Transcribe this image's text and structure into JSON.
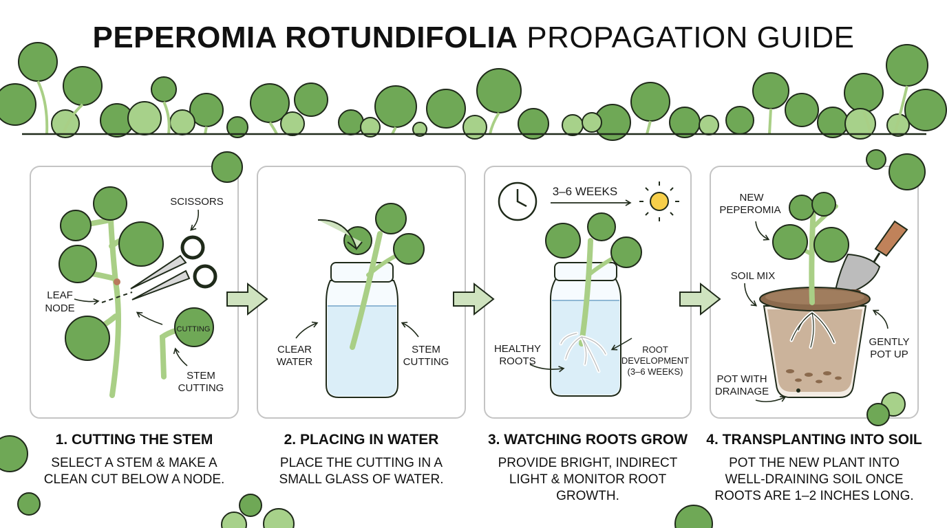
{
  "title": {
    "bold": "PEPEROMIA ROTUNDIFOLIA",
    "light": "PROPAGATION GUIDE"
  },
  "colors": {
    "leaf": "#6fa856",
    "leaf_light": "#a7d18a",
    "stem": "#a9cf86",
    "outline": "#1f2a1a",
    "arrow": "#cfe3bf",
    "water": "#dbeef8",
    "soil": "#cbb39b"
  },
  "steps": [
    {
      "heading": "1. CUTTING THE STEM",
      "desc_lines": [
        "SELECT A STEM & MAKE A",
        "CLEAN CUT BELOW A NODE."
      ],
      "labels": {
        "scissors": "SCISSORS",
        "leaf_node_1": "LEAF",
        "leaf_node_2": "NODE",
        "cutting": "CUTTING",
        "stem_cutting_1": "STEM",
        "stem_cutting_2": "CUTTING"
      }
    },
    {
      "heading": "2. PLACING IN WATER",
      "desc_lines": [
        "PLACE THE CUTTING IN A",
        "SMALL GLASS OF WATER."
      ],
      "labels": {
        "clear_water_1": "CLEAR",
        "clear_water_2": "WATER",
        "stem_cutting_1": "STEM",
        "stem_cutting_2": "CUTTING"
      }
    },
    {
      "heading": "3. WATCHING ROOTS GROW",
      "desc_lines": [
        "PROVIDE BRIGHT, INDIRECT",
        "LIGHT & MONITOR ROOT",
        "GROWTH."
      ],
      "labels": {
        "weeks": "3–6 WEEKS",
        "healthy_roots_1": "HEALTHY",
        "healthy_roots_2": "ROOTS",
        "root_dev_1": "ROOT",
        "root_dev_2": "DEVELOPMENT",
        "root_dev_3": "(3–6 WEEKS)"
      }
    },
    {
      "heading": "4. TRANSPLANTING INTO SOIL",
      "desc_lines": [
        "POT THE NEW PLANT INTO",
        "WELL-DRAINING SOIL ONCE",
        "ROOTS ARE 1–2 INCHES LONG."
      ],
      "labels": {
        "new_peperomia_1": "NEW",
        "new_peperomia_2": "PEPEROMIA",
        "soil_mix": "SOIL MIX",
        "gently_pot_up_1": "GENTLY",
        "gently_pot_up_2": "POT UP",
        "pot_drainage_1": "POT WITH",
        "pot_drainage_2": "DRAINAGE"
      }
    }
  ]
}
